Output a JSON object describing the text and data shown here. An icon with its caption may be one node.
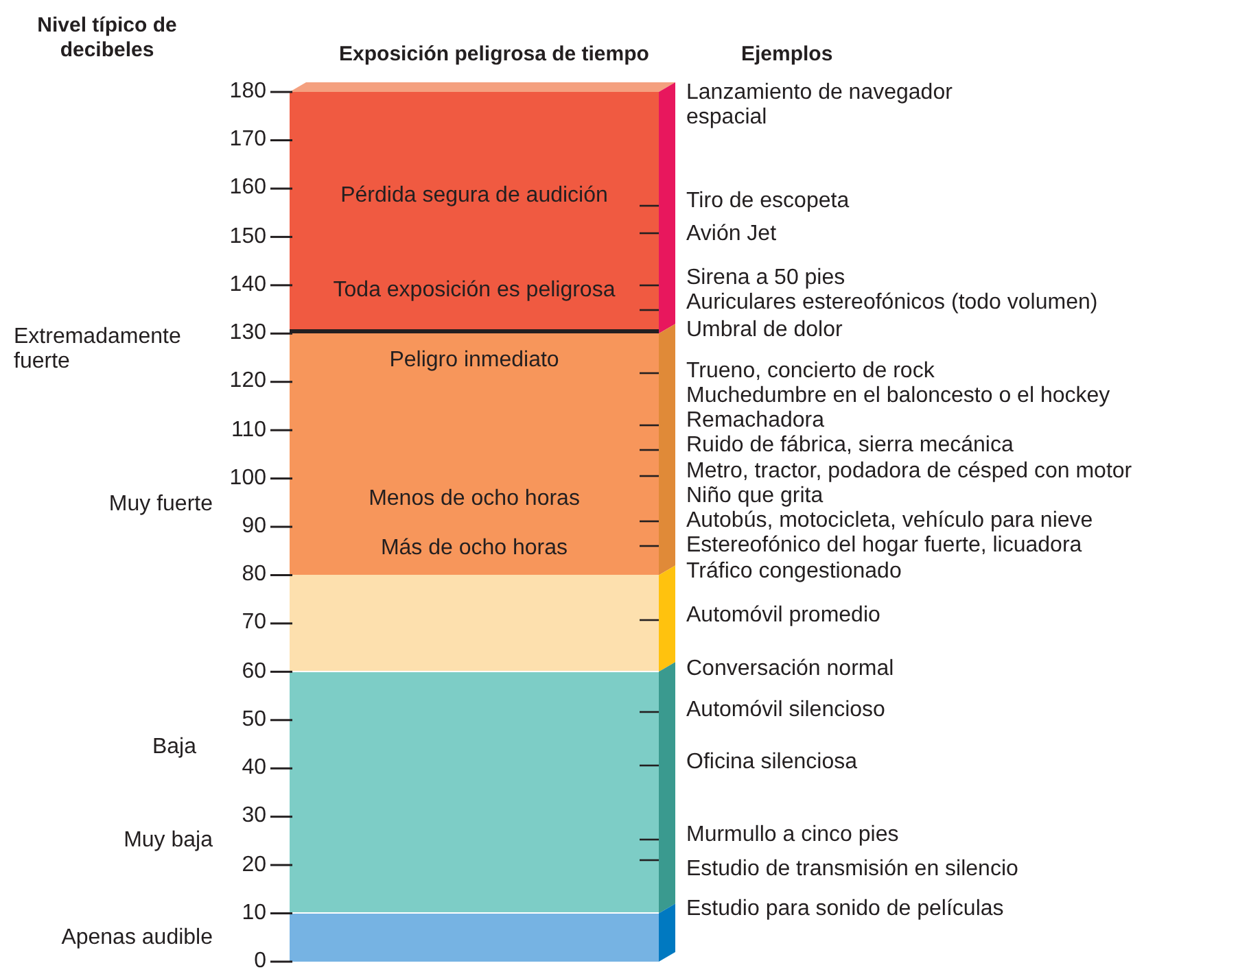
{
  "diagram": {
    "nodes": [
      {
        "text": [
          "Pérdida segura de audición",
          "Toda exposición es peligrosa"
        ]
      },
      {
        "text": [
          "Peligro inmediato",
          "Menos de ocho horas",
          "Más de ocho horas"
        ]
      },
      {
        "text": [],
        "shape": "box"
      },
      {
        "text": [],
        "shape": "box"
      },
      {
        "text": [],
        "shape": "box"
      }
    ],
    "edges": [],
    "labels": [
      "Nivel típico de decibeles",
      "Exposición peligrosa de tiempo",
      "Ejemplos",
      "180",
      "170",
      "160",
      "150",
      "140",
      "130",
      "120",
      "110",
      "100",
      "90",
      "80",
      "70",
      "60",
      "50",
      "40",
      "30",
      "20",
      "10",
      "0",
      "Extremadamente fuerte",
      "Muy fuerte",
      "Baja",
      "Muy baja",
      "Apenas audible",
      "Lanzamiento de navegador espacial",
      "Tiro de escopeta",
      "Avión Jet",
      "Sirena a 50 pies",
      "Auriculares estereofónicos (todo volumen)",
      "Umbral de dolor",
      "Trueno, concierto de rock",
      "Muchedumbre en el baloncesto o el hockey",
      "Remachadora",
      "Ruido de fábrica, sierra mecánica",
      "Metro, tractor, podadora de césped con motor",
      "Niño que grita",
      "Autobús, motocicleta, vehículo para nieve",
      "Estereofónico del hogar fuerte, licuadora",
      "Tráfico congestionado",
      "Automóvil promedio",
      "Conversación normal",
      "Automóvil silencioso",
      "Oficina silenciosa",
      "Murmullo a cinco pies",
      "Estudio de transmisión en silencio",
      "Estudio para sonido de películas"
    ]
  }
}
